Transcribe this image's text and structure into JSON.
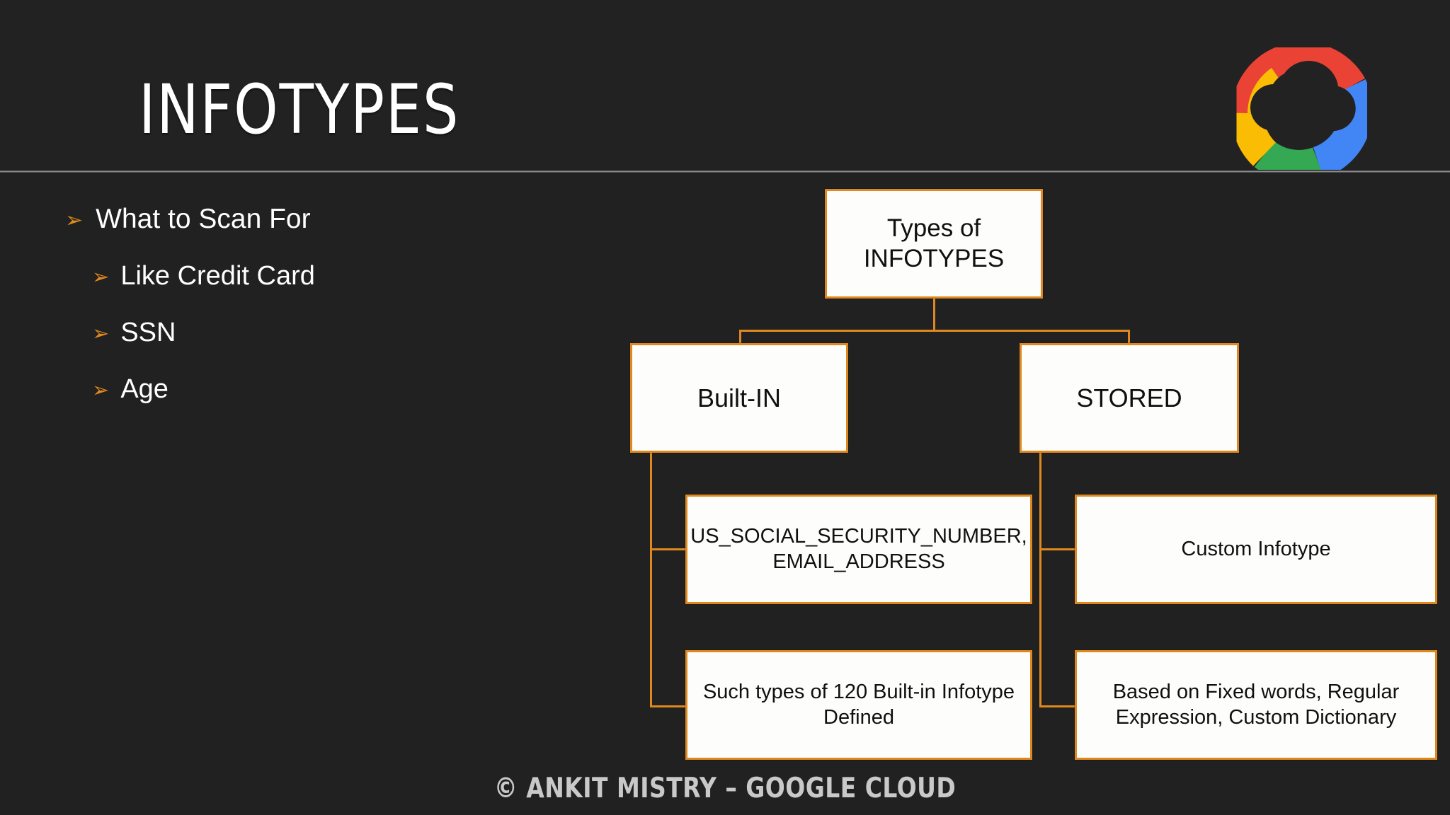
{
  "slide": {
    "title": "INFOTYPES",
    "background_color": "#212121",
    "accent_color": "#DE881F",
    "node_fill_color": "#FDFDFB",
    "title_color": "#FFFFFF"
  },
  "logo": {
    "name": "google-cloud-logo",
    "colors": {
      "red": "#EA4335",
      "blue": "#4285F4",
      "green": "#34A853",
      "yellow": "#FBBC04",
      "cutout": "#212121"
    }
  },
  "bullets": [
    {
      "level": 1,
      "marker": "➢",
      "text": "What to Scan For"
    },
    {
      "level": 2,
      "marker": "➢",
      "text": "Like Credit Card"
    },
    {
      "level": 2,
      "marker": "➢",
      "text": "SSN"
    },
    {
      "level": 2,
      "marker": "➢",
      "text": "Age"
    }
  ],
  "diagram": {
    "type": "org-chart",
    "root": {
      "id": "root",
      "label": "Types of\nINFOTYPES"
    },
    "branches": [
      {
        "id": "builtin",
        "label": "Built-IN",
        "children": [
          {
            "id": "builtin-examples",
            "label": "US_SOCIAL_SECURITY_NUMBER,\nEMAIL_ADDRESS"
          },
          {
            "id": "builtin-count",
            "label": "Such types of 120 Built-in Infotype\nDefined"
          }
        ]
      },
      {
        "id": "stored",
        "label": "STORED",
        "children": [
          {
            "id": "stored-custom",
            "label": "Custom Infotype"
          },
          {
            "id": "stored-basis",
            "label": "Based on Fixed words, Regular\nExpression, Custom Dictionary"
          }
        ]
      }
    ]
  },
  "footer": {
    "text": "© ANKIT MISTRY – GOOGLE CLOUD"
  }
}
